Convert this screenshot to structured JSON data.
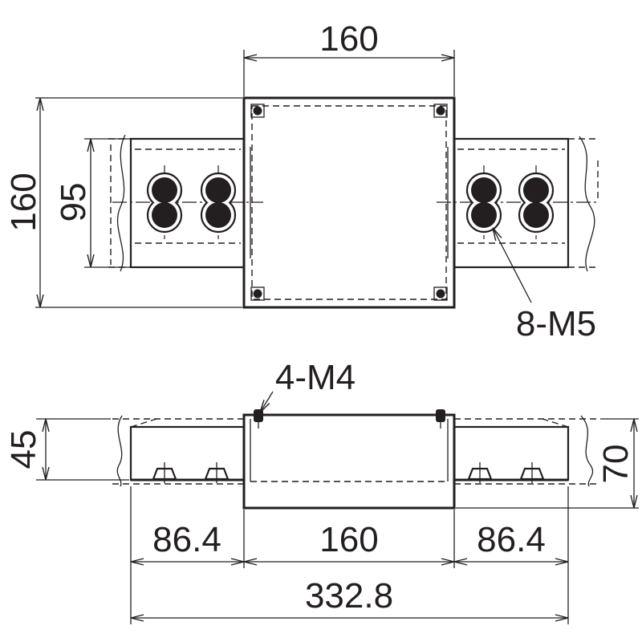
{
  "colors": {
    "line": "#231f20",
    "background": "#ffffff"
  },
  "top_view": {
    "width_dimension": "160",
    "height_dimension": "160",
    "terminal_height_dimension": "95",
    "terminal_screw_callout": "8-M5"
  },
  "side_view": {
    "mounting_screw_callout": "4-M4",
    "terminal_height_dimension": "45",
    "overall_height_dimension": "70",
    "left_terminal_width_dimension": "86.4",
    "body_width_dimension": "160",
    "right_terminal_width_dimension": "86.4",
    "overall_width_dimension": "332.8"
  }
}
